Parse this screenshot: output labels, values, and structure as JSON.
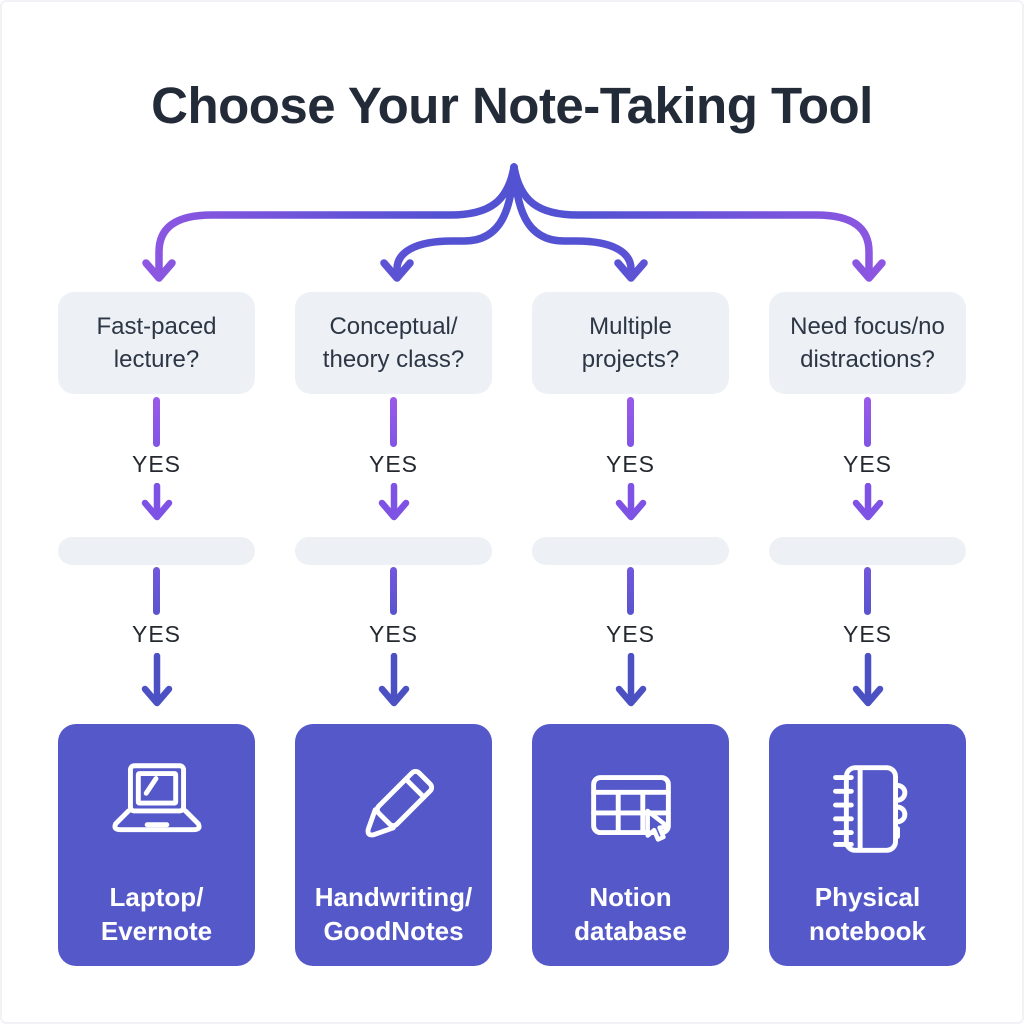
{
  "title": "Choose Your Note-Taking Tool",
  "yes_label": "YES",
  "branches": [
    {
      "question": "Fast-paced\nlecture?",
      "icon": "laptop-icon",
      "result": "Laptop/\nEvernote"
    },
    {
      "question": "Conceptual/\ntheory class?",
      "icon": "pencil-icon",
      "result": "Handwriting/\nGoodNotes"
    },
    {
      "question": "Multiple\nprojects?",
      "icon": "table-cursor-icon",
      "result": "Notion\ndatabase"
    },
    {
      "question": "Need focus/no\ndistractions?",
      "icon": "notebook-icon",
      "result": "Physical\nnotebook"
    }
  ],
  "colors": {
    "background": "#ffffff",
    "title_text": "#232b38",
    "question_card_bg": "#edf1f6",
    "question_text": "#2d3644",
    "pill_bg": "#edf0f5",
    "result_card_bg": "#5458c9",
    "result_text": "#ffffff",
    "arrow_purple": "#9a5be8",
    "arrow_indigo": "#4b51c3",
    "gradient_center": "#5352d2",
    "gradient_edge": "#9e57e6"
  }
}
